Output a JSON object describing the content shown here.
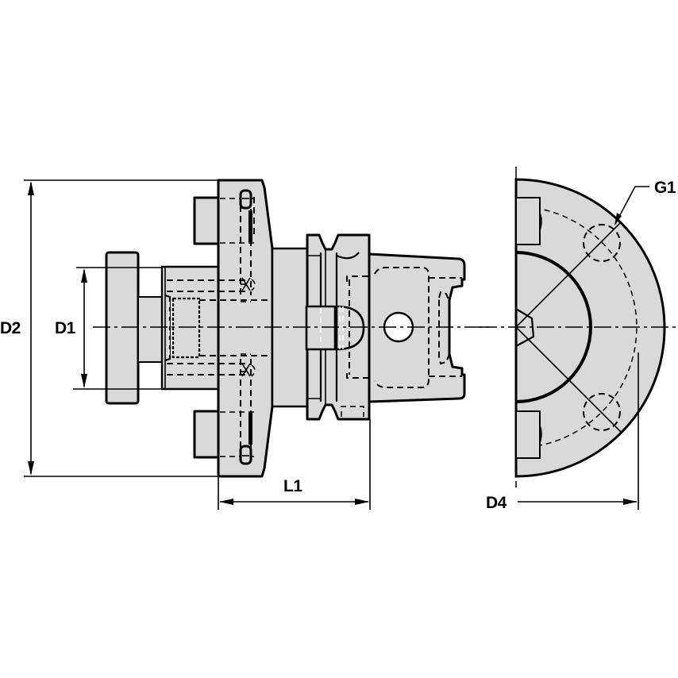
{
  "drawing": {
    "type": "technical-drawing",
    "subject": "tool holder adapter, side view and end view",
    "colors": {
      "background": "#ffffff",
      "part_fill": "#d9d9d9",
      "line": "#000000"
    }
  },
  "dimensions": {
    "d2": {
      "label": "D2"
    },
    "d1": {
      "label": "D1"
    },
    "l1": {
      "label": "L1"
    },
    "d4": {
      "label": "D4"
    },
    "g1": {
      "label": "G1"
    }
  }
}
